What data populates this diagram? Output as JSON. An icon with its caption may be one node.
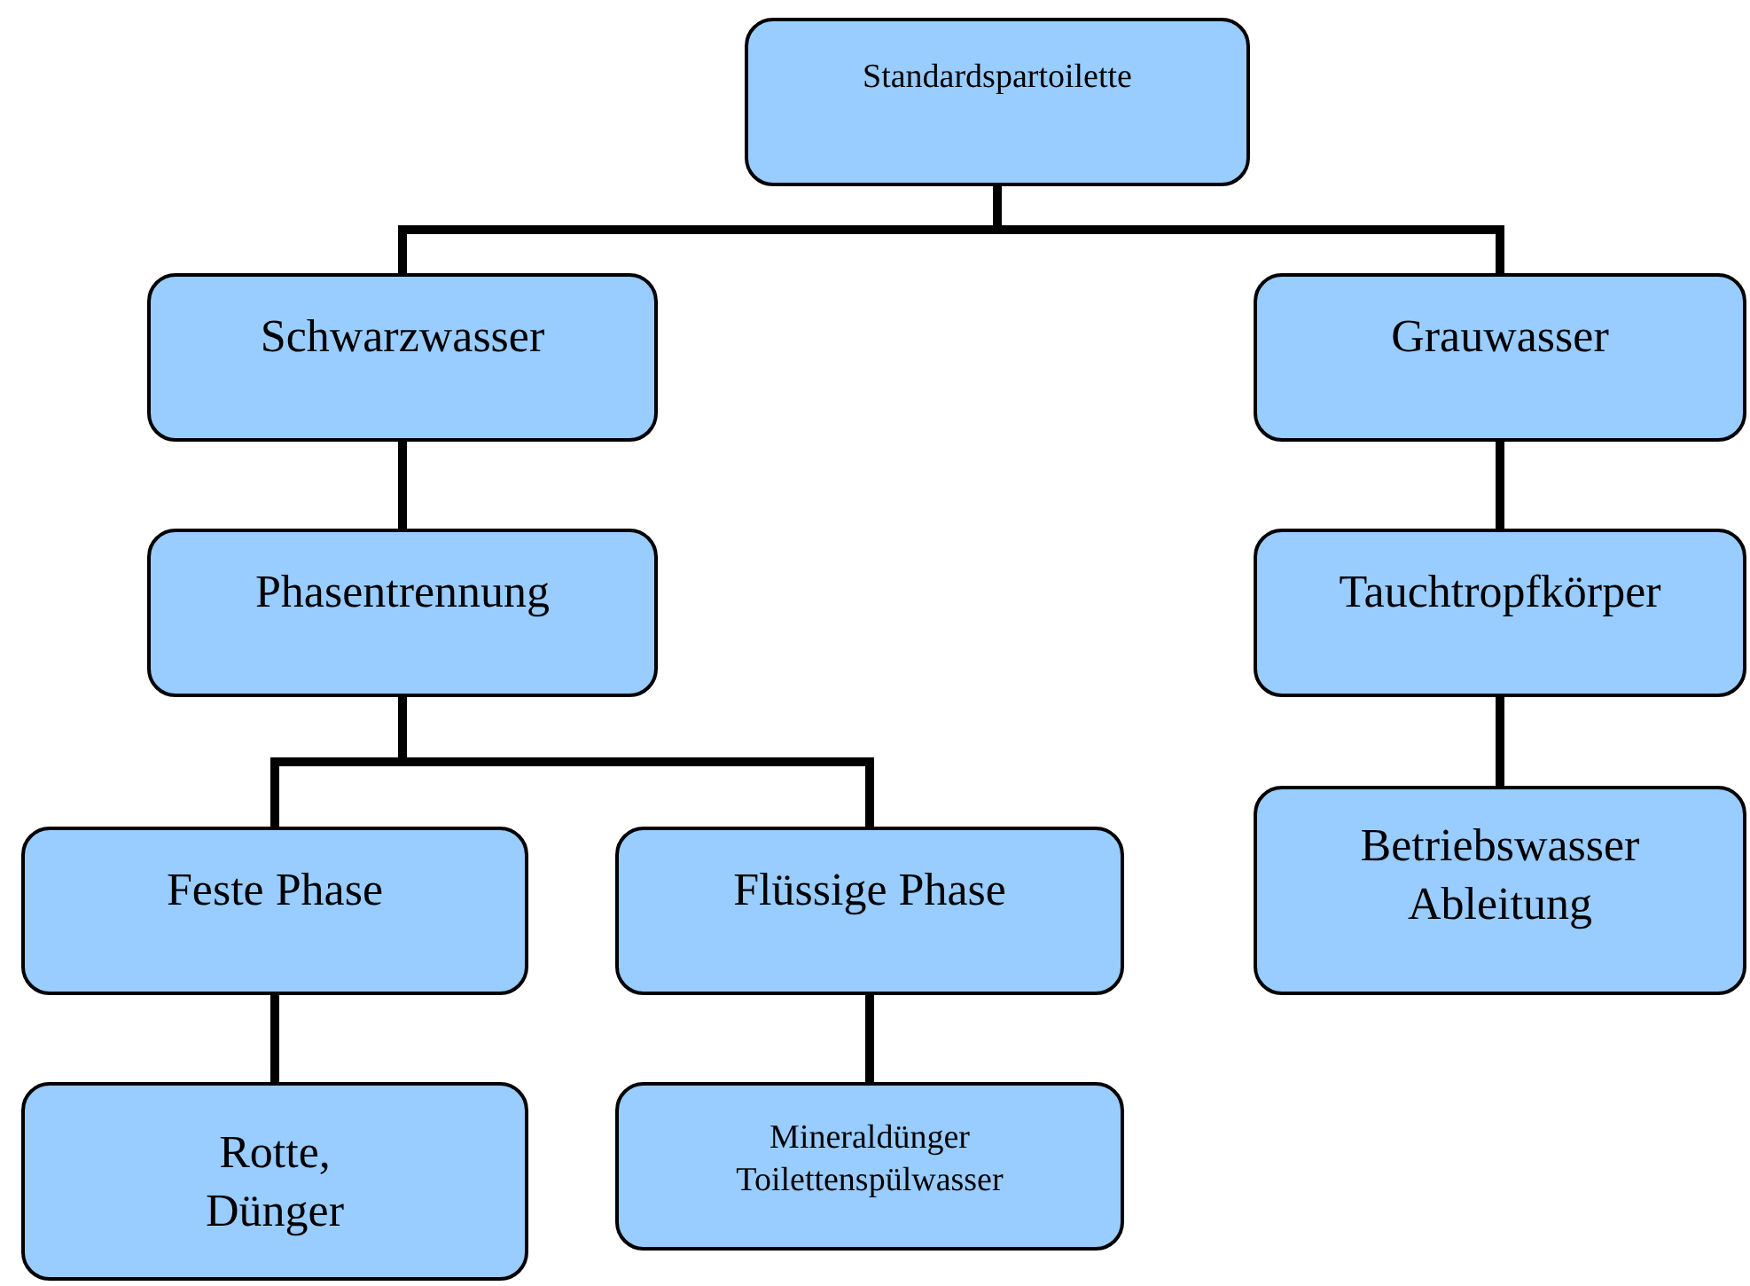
{
  "diagram": {
    "nodes": [
      {
        "text": [
          "Standardspartoilette"
        ]
      },
      {
        "text": [
          "Schwarzwasser"
        ]
      },
      {
        "text": [
          "Grauwasser"
        ]
      },
      {
        "text": [
          "Phasentrennung"
        ]
      },
      {
        "text": [
          "Tauchtropfkörper"
        ]
      },
      {
        "text": [
          "Feste Phase"
        ]
      },
      {
        "text": [
          "Flüssige Phase"
        ]
      },
      {
        "text": [
          "Rotte, Dünger"
        ]
      },
      {
        "text": [
          "Mineraldünger Toilettenspülwasser"
        ]
      },
      {
        "text": [
          "Betriebswasser Ableitung"
        ]
      }
    ],
    "edges": [
      {
        "from": 0,
        "to": 1,
        "arrow": "none"
      },
      {
        "from": 0,
        "to": 2,
        "arrow": "none"
      },
      {
        "from": 1,
        "to": 3,
        "arrow": "none"
      },
      {
        "from": 3,
        "to": 5,
        "arrow": "none"
      },
      {
        "from": 3,
        "to": 6,
        "arrow": "none"
      },
      {
        "from": 5,
        "to": 7,
        "arrow": "none"
      },
      {
        "from": 6,
        "to": 8,
        "arrow": "none"
      },
      {
        "from": 2,
        "to": 4,
        "arrow": "none"
      },
      {
        "from": 4,
        "to": 9,
        "arrow": "none"
      }
    ]
  }
}
